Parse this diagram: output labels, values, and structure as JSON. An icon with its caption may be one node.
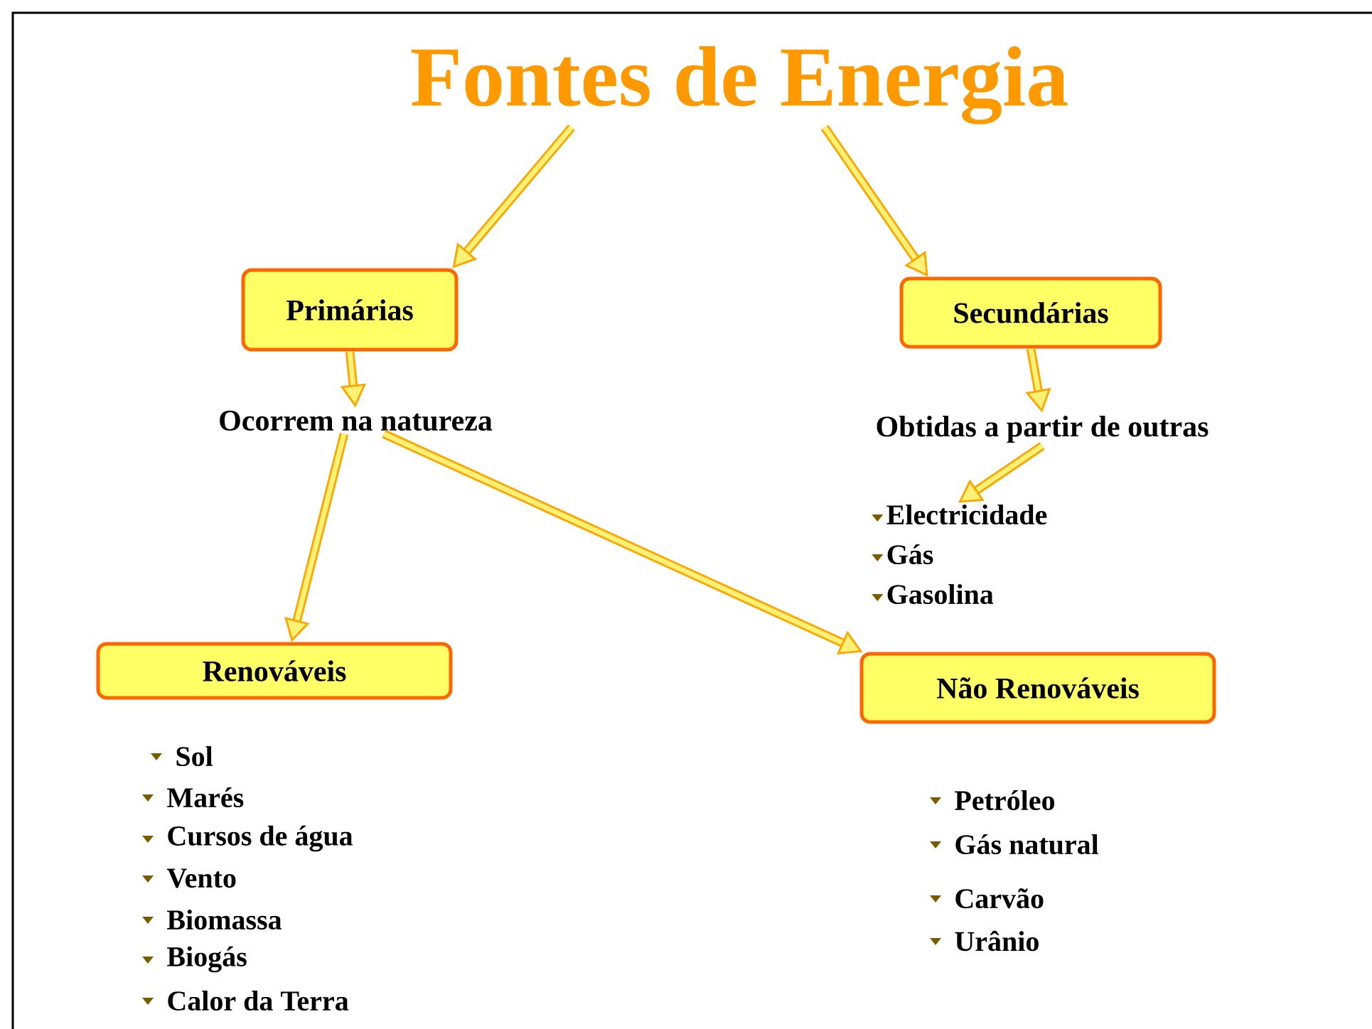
{
  "diagram": {
    "nodes": [
      {
        "text": [
          "Fontes de Energia"
        ]
      },
      {
        "text": [
          "Primárias"
        ]
      },
      {
        "text": [
          "Secundárias"
        ]
      },
      {
        "text": [
          "Ocorrem na natureza"
        ]
      },
      {
        "text": [
          "Obtidas a partir de outras"
        ]
      },
      {
        "text": [
          "Renováveis"
        ]
      },
      {
        "text": [
          "Não Renováveis"
        ]
      },
      {
        "text": [
          "Electricidade",
          "Gás",
          "Gasolina"
        ]
      }
    ],
    "edges": [
      {
        "from": 0,
        "to": 1,
        "arrow": "to"
      },
      {
        "from": 0,
        "to": 2,
        "arrow": "to"
      },
      {
        "from": 1,
        "to": 3,
        "arrow": "to"
      },
      {
        "from": 2,
        "to": 4,
        "arrow": "to"
      },
      {
        "from": 4,
        "to": 7,
        "arrow": "to"
      },
      {
        "from": 3,
        "to": 5,
        "arrow": "to"
      },
      {
        "from": 3,
        "to": 6,
        "arrow": "to"
      }
    ],
    "labels": [
      "Sol",
      "Marés",
      "Cursos de água",
      "Vento",
      "Biomassa",
      "Biogás",
      "Calor da Terra",
      "Petróleo",
      "Gás natural",
      "Carvão",
      "Urânio"
    ]
  }
}
